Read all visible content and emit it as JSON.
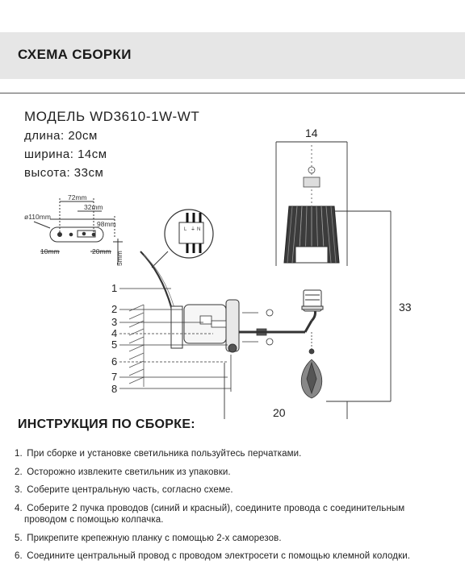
{
  "header": {
    "title": "СХЕМА СБОРКИ"
  },
  "spec": {
    "model": "МОДЕЛЬ WD3610-1W-WT",
    "length": "длина: 20см",
    "width": "ширина: 14см",
    "height": "высота: 33см"
  },
  "drawing": {
    "dim_top": "14",
    "dim_right": "33",
    "dim_bottom": "20",
    "plate_dims": {
      "d110": "ø110mm",
      "d72": "72mm",
      "d32": "32mm",
      "d98": "98mm",
      "d10": "10mm",
      "d20": "20mm",
      "d5": "5mm"
    },
    "terminal_labels": [
      "L",
      "⏚",
      "N"
    ],
    "callouts": [
      "1",
      "2",
      "3",
      "4",
      "5",
      "6",
      "7",
      "8"
    ]
  },
  "instructions": {
    "title": "ИНСТРУКЦИЯ ПО СБОРКЕ:",
    "steps": [
      {
        "num": "1.",
        "text": "При сборке и установке светильника пользуйтесь перчатками."
      },
      {
        "num": "2.",
        "text": "Осторожно извлеките светильник из упаковки."
      },
      {
        "num": "3.",
        "text": "Соберите центральную часть, согласно схеме."
      },
      {
        "num": "4.",
        "text": "Соберите 2 пучка проводов (синий и красный), соедините провода с соединительным",
        "cont": "проводом с помощью колпачка."
      },
      {
        "num": "5.",
        "text": "Прикрепите крепежную планку с помощью 2-х саморезов."
      },
      {
        "num": "6.",
        "text": "Соедините центральный провод с проводом электросети с помощью клемной колодки."
      }
    ]
  }
}
